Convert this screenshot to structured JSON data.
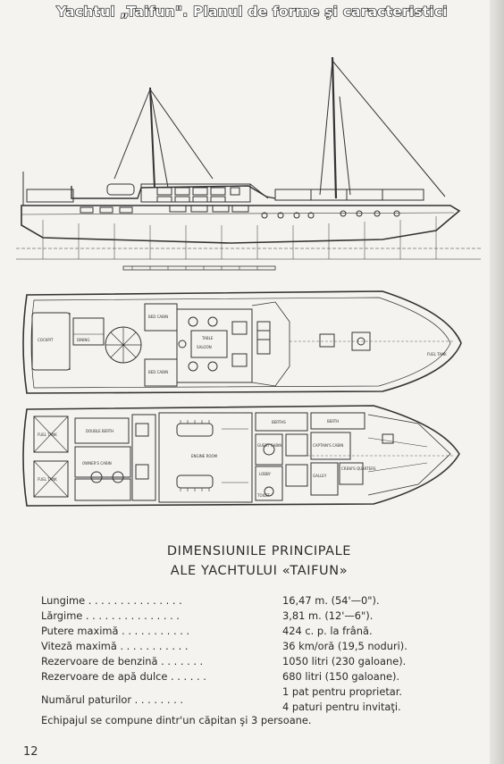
{
  "header": {
    "title": "Yachtul „Taifun\". Planul de forme şi caracteristici"
  },
  "plans": {
    "deck_labels": [
      "COCKPIT",
      "DINING",
      "BED CABIN",
      "TABLE",
      "SALOON",
      "BED CABIN"
    ],
    "deck_labels_extra": [
      "FUEL TANK"
    ],
    "lower_labels": [
      "FUEL TANK",
      "DOUBLE BERTH",
      "OWNER'S CABIN",
      "ENGINE ROOM",
      "FUEL TANK",
      "BERTHS",
      "GUEST CABIN",
      "CAPTAIN'S CABIN",
      "BERTH",
      "GALLEY",
      "CREW'S QUARTERS",
      "TOILET",
      "LOBBY"
    ]
  },
  "title": {
    "line1": "DIMENSIUNILE PRINCIPALE",
    "line2": "ALE YACHTULUI «TAIFUN»"
  },
  "specs": [
    {
      "label": "Lungime . . . . . . . . . . . . . . .",
      "value": "16,47 m. (54'—0\")."
    },
    {
      "label": "Lărgime . . . . . . . . . . . . . . .",
      "value": "3,81 m. (12'—6\")."
    },
    {
      "label": "Putere maximă . . . . . . . . . . .",
      "value": "424 c. p. la frână."
    },
    {
      "label": "Viteză maximă . . . . . . . . . . .",
      "value": "36 km/oră (19,5 noduri)."
    },
    {
      "label": "Rezervoare de benzină . . . . . . .",
      "value": "1050 litri (230 galoane)."
    },
    {
      "label": "Rezervoare de apă dulce . . . . . .",
      "value": "680 litri (150 galoane)."
    }
  ],
  "berths": {
    "label": "Numărul paturilor . . . . . . . .",
    "value_line1": "1 pat pentru proprietar.",
    "value_line2": "4 paturi pentru invitaţi."
  },
  "crew": "Echipajul se compune dintr'un căpitan şi 3 persoane.",
  "page_number": "12"
}
